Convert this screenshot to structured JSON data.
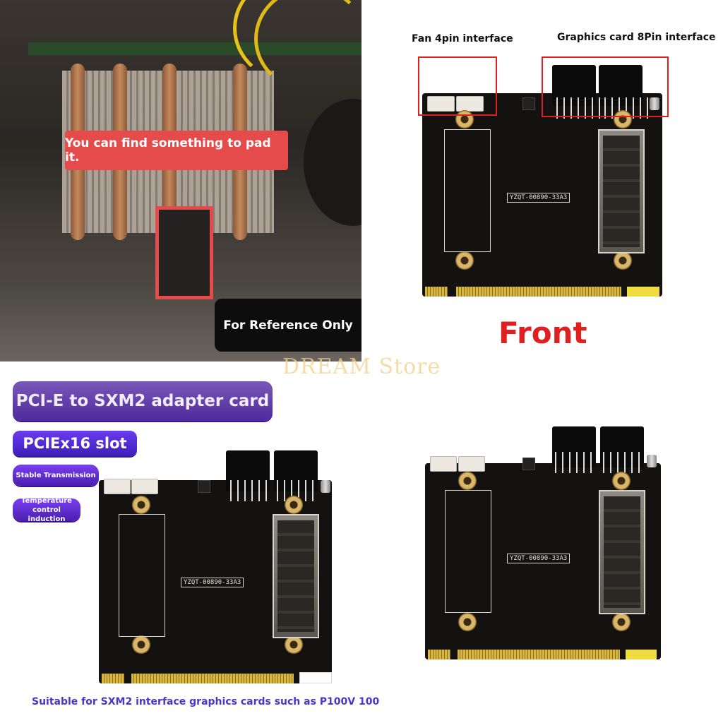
{
  "photo": {
    "pad_label": "You can find something to pad it.",
    "reference_label": "For Reference Only"
  },
  "watermark": "DREAM Store",
  "front_board": {
    "fan_label": "Fan 4pin interface",
    "graphics_label": "Graphics card 8Pin interface",
    "part_number": "YZQT-00890-33A3",
    "side_label": "Front"
  },
  "feature_panel": {
    "title": "PCI-E to SXM2 adapter card",
    "slot": "PCIEx16 slot",
    "feature_1": "Stable Transmission",
    "feature_2": "Temperature control induction",
    "part_number": "YZQT-00890-33A3",
    "suitable": "Suitable for SXM2 interface graphics cards such as P100V 100"
  },
  "board_bottom_right": {
    "part_number": "YZQT-00890-33A3"
  },
  "colors": {
    "annotation_red": "#e02020",
    "pad_label_red": "#e54b4b",
    "purple_accent": "#5a2ad0",
    "suitable_text": "#4a36c8"
  }
}
